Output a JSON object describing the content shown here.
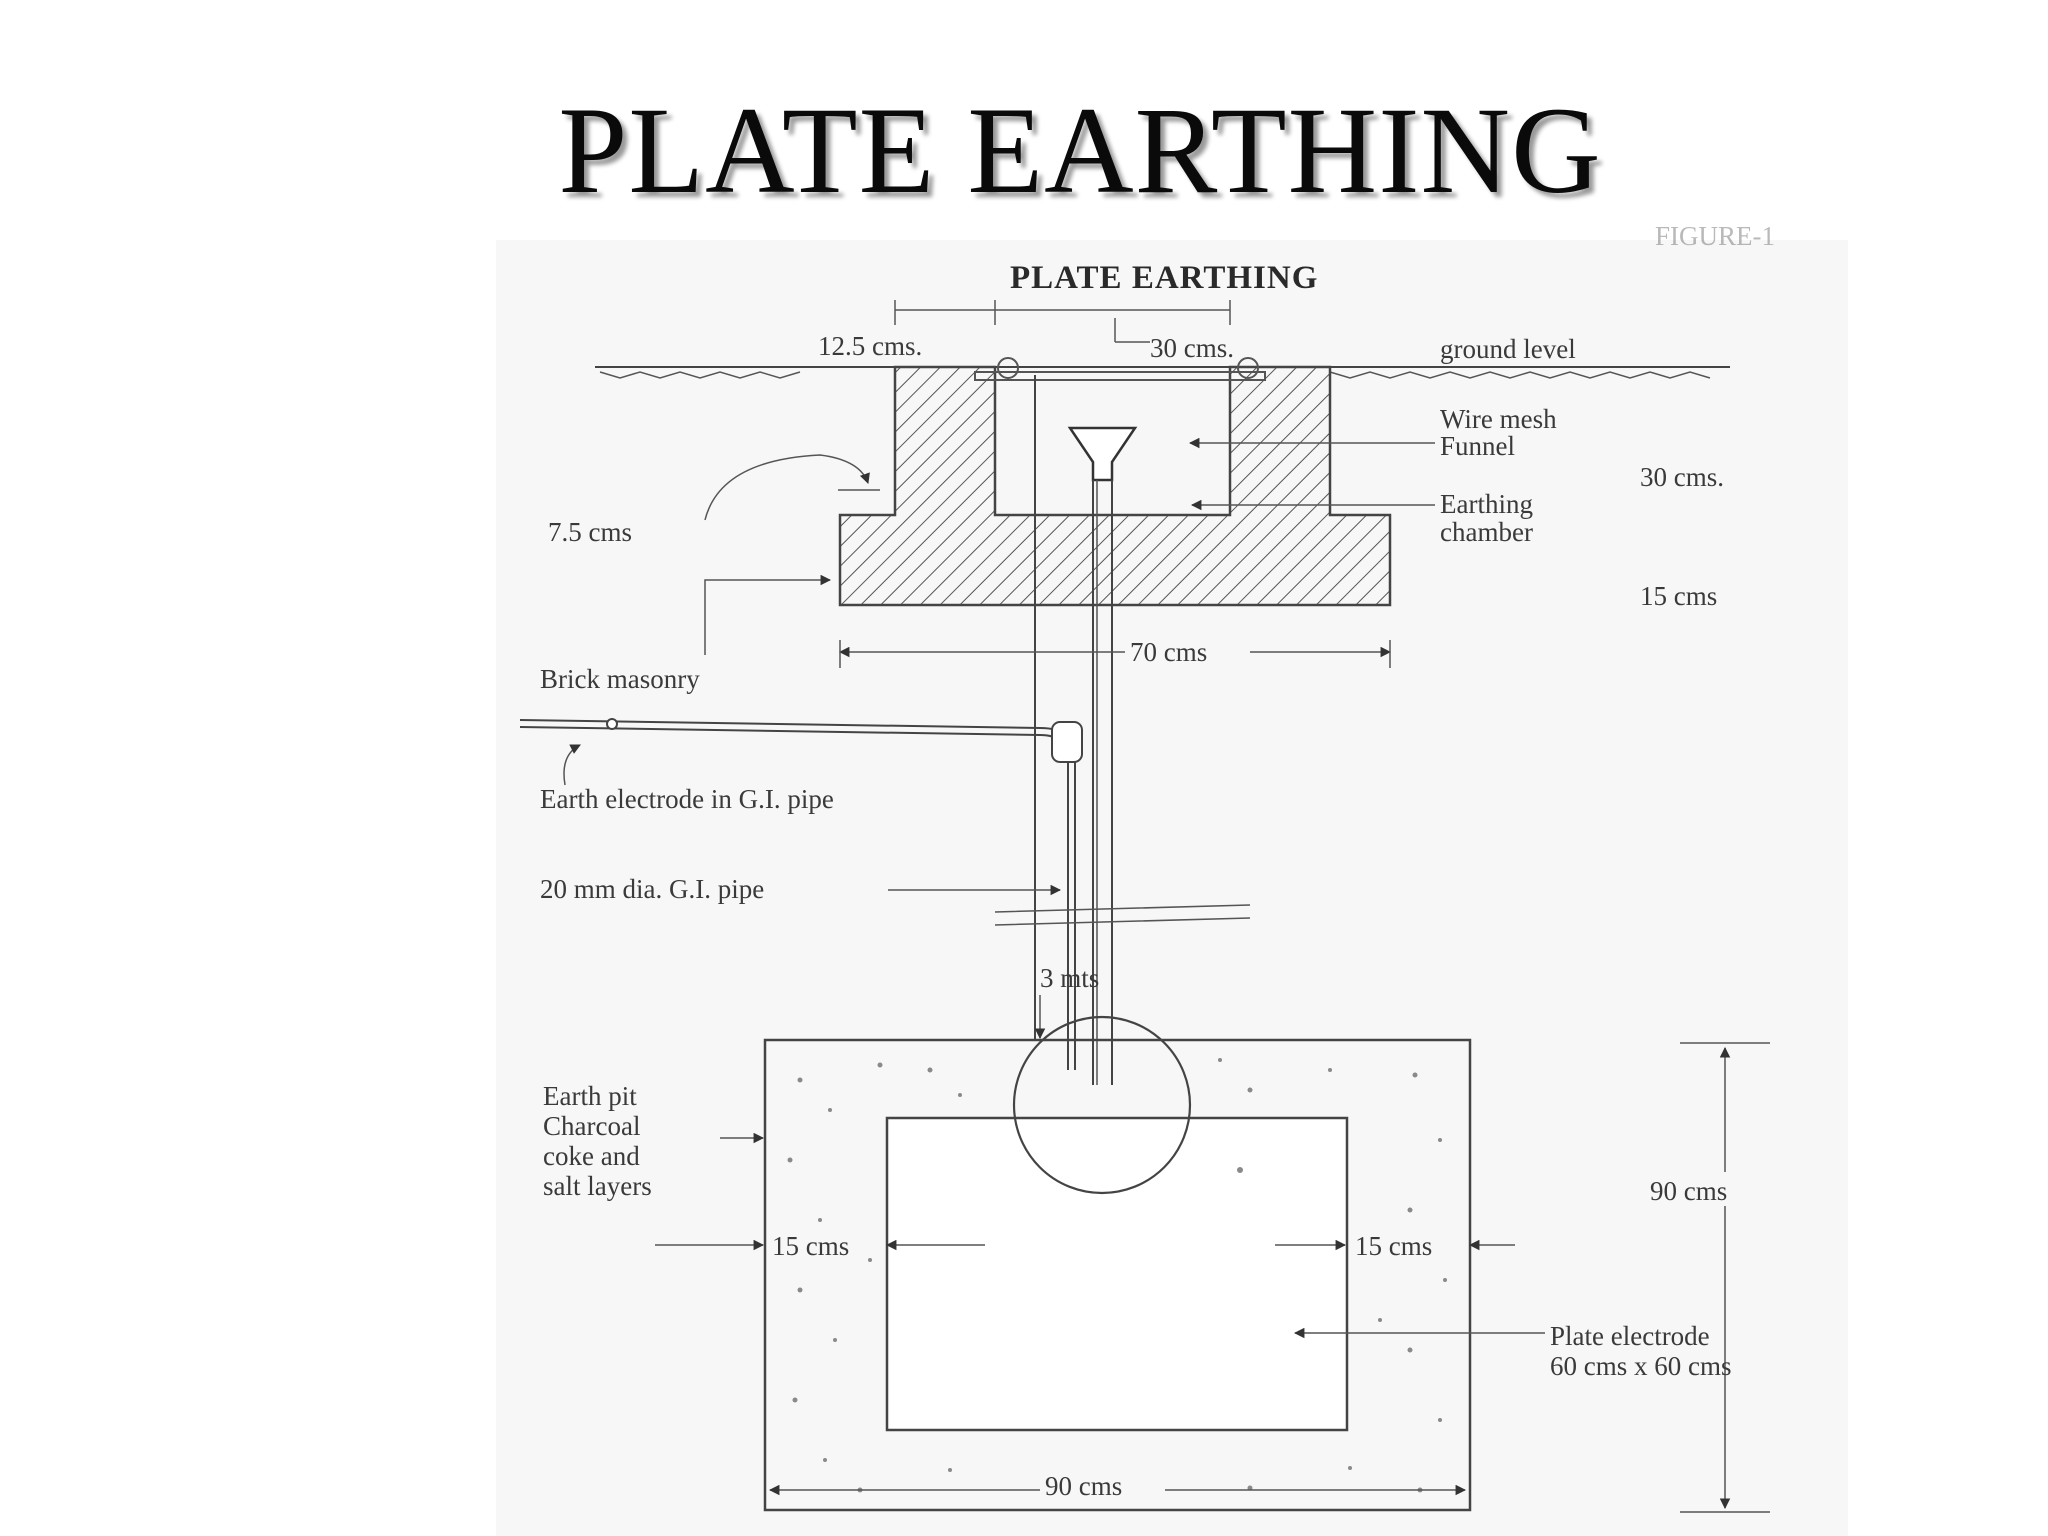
{
  "slide": {
    "title": "PLATE EARTHING"
  },
  "figure": {
    "heading": "PLATE EARTHING",
    "corner_text": "FIGURE-1",
    "labels": {
      "dim_12_5": "12.5 cms.",
      "dim_30_top": "30 cms.",
      "ground_level": "ground level",
      "wire_mesh": "Wire mesh",
      "funnel": "Funnel",
      "dim_30_right": "30 cms.",
      "earthing": "Earthing",
      "chamber": "chamber",
      "dim_7_5": "7.5 cms",
      "dim_15_right": "15 cms",
      "dim_70": "70 cms",
      "brick_masonry": "Brick masonry",
      "earth_electrode": "Earth electrode in G.I. pipe",
      "gi_pipe": "20 mm dia. G.I. pipe",
      "dim_3m": "3 mts",
      "earth_pit_1": "Earth pit",
      "earth_pit_2": "Charcoal",
      "earth_pit_3": "coke and",
      "earth_pit_4": "salt layers",
      "dim_15_left": "15 cms",
      "dim_15_inner_right": "15 cms",
      "dim_90_right": "90 cms",
      "plate_electrode_1": "Plate electrode",
      "plate_electrode_2": "60 cms x 60 cms",
      "dim_90_bottom": "90 cms"
    }
  }
}
